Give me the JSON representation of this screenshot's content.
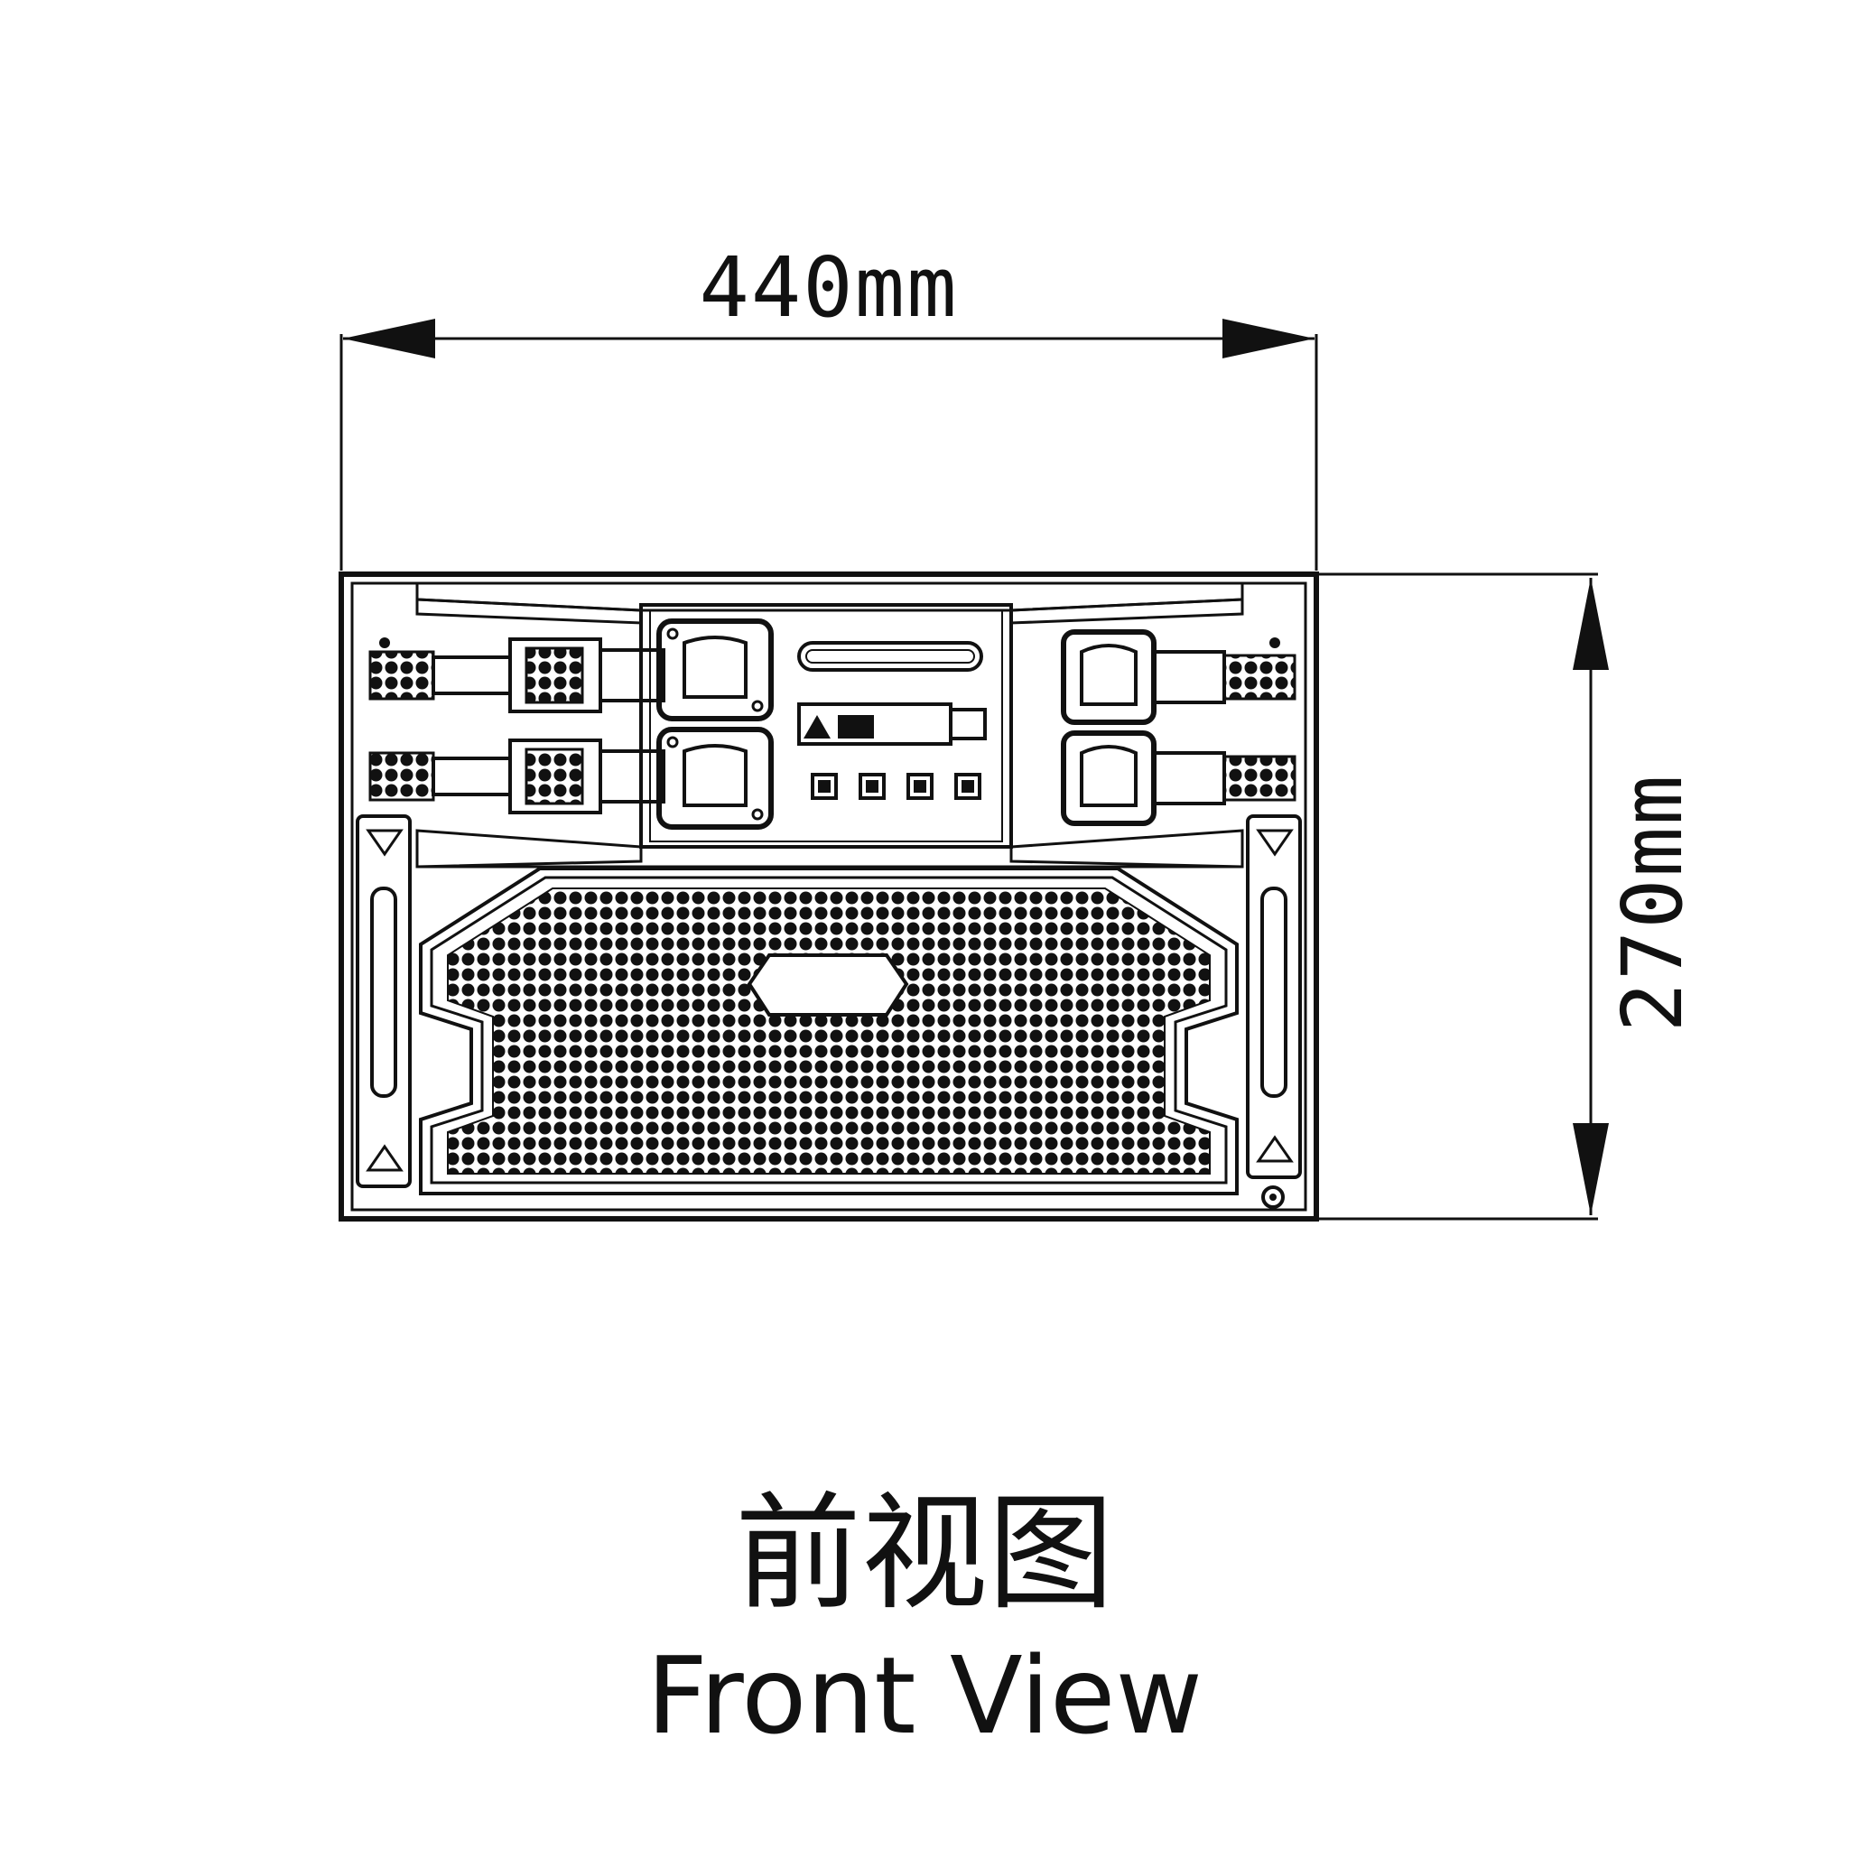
{
  "dimensions": {
    "width_label": "440mm",
    "height_label": "270mm"
  },
  "caption": {
    "chinese": "前视图",
    "english": "Front View"
  },
  "colors": {
    "line": "#111111",
    "background": "#ffffff"
  },
  "icons": {
    "speakon_connector": "speakon-connector-icon",
    "rigging_handle": "rigging-handle-icon",
    "grille": "speaker-grille-icon"
  }
}
